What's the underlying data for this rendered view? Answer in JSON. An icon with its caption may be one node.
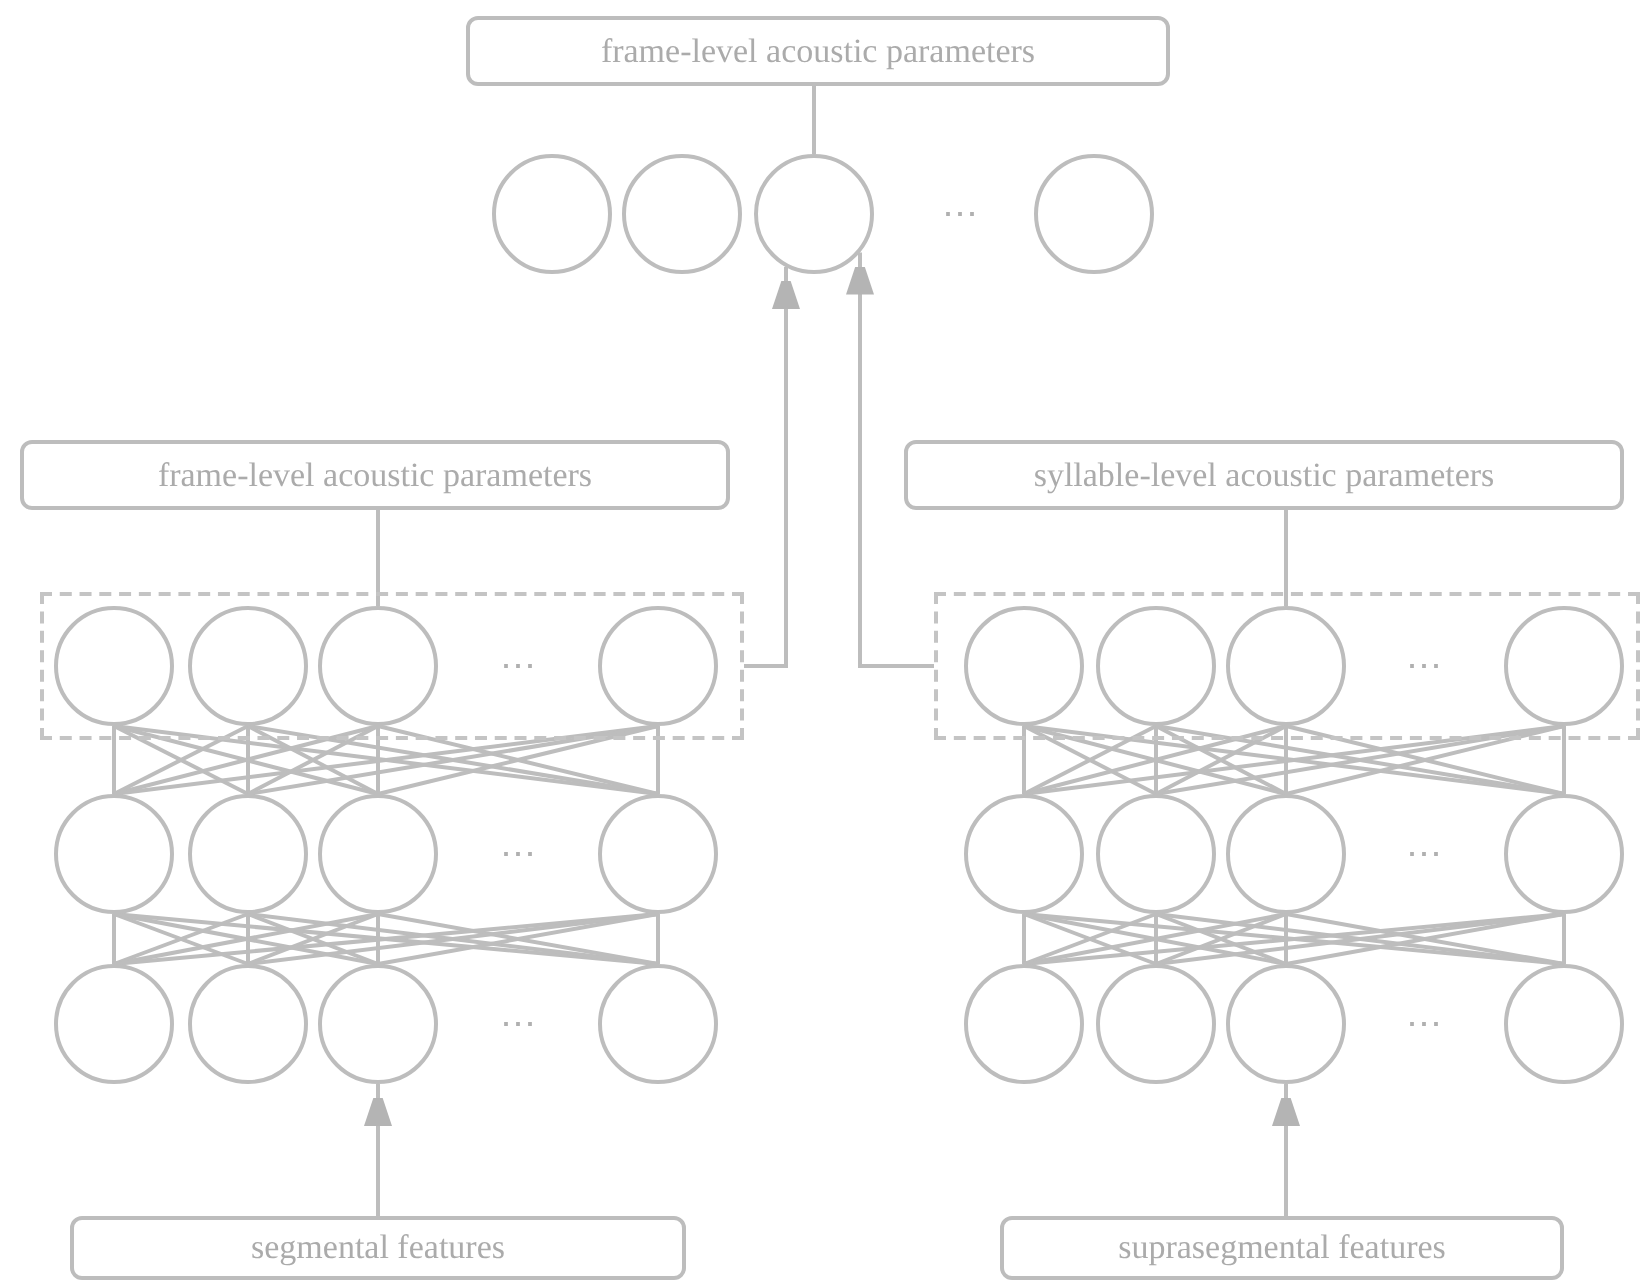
{
  "diagram": {
    "nodes": [
      {
        "text": [
          "frame-level acoustic parameters"
        ]
      },
      {
        "text": [],
        "shape": "circle"
      },
      {
        "text": [],
        "shape": "circle"
      },
      {
        "text": [],
        "shape": "circle"
      },
      {
        "text": [],
        "shape": "circle"
      },
      {
        "text": [
          "frame-level acoustic parameters"
        ]
      },
      {
        "text": [
          "syllable-level acoustic parameters"
        ]
      },
      {
        "text": [],
        "shape": "box"
      },
      {
        "text": [],
        "shape": "circle",
        "in": 7
      },
      {
        "text": [],
        "shape": "circle",
        "in": 7
      },
      {
        "text": [],
        "shape": "circle",
        "in": 7
      },
      {
        "text": [],
        "shape": "circle",
        "in": 7
      },
      {
        "text": [],
        "shape": "box"
      },
      {
        "text": [],
        "shape": "circle",
        "in": 12
      },
      {
        "text": [],
        "shape": "circle",
        "in": 12
      },
      {
        "text": [],
        "shape": "circle",
        "in": 12
      },
      {
        "text": [],
        "shape": "circle",
        "in": 12
      },
      {
        "text": [],
        "shape": "circle"
      },
      {
        "text": [],
        "shape": "circle"
      },
      {
        "text": [],
        "shape": "circle"
      },
      {
        "text": [],
        "shape": "circle"
      },
      {
        "text": [],
        "shape": "circle"
      },
      {
        "text": [],
        "shape": "circle"
      },
      {
        "text": [],
        "shape": "circle"
      },
      {
        "text": [],
        "shape": "circle"
      },
      {
        "text": [],
        "shape": "circle"
      },
      {
        "text": [],
        "shape": "circle"
      },
      {
        "text": [],
        "shape": "circle"
      },
      {
        "text": [],
        "shape": "circle"
      },
      {
        "text": [],
        "shape": "circle"
      },
      {
        "text": [],
        "shape": "circle"
      },
      {
        "text": [],
        "shape": "circle"
      },
      {
        "text": [],
        "shape": "circle"
      },
      {
        "text": [
          "segmental features"
        ]
      },
      {
        "text": [
          "suprasegmental features"
        ]
      }
    ],
    "edges": [
      {
        "from": 0,
        "to": 3,
        "arrow": "none"
      },
      {
        "from": 5,
        "to": 10,
        "arrow": "none"
      },
      {
        "from": 6,
        "to": 15,
        "arrow": "none"
      },
      {
        "from": 7,
        "to": 3,
        "arrow": "to"
      },
      {
        "from": 12,
        "to": 3,
        "arrow": "to"
      },
      {
        "from": 8,
        "to": 17,
        "arrow": "none"
      },
      {
        "from": 8,
        "to": 18,
        "arrow": "none"
      },
      {
        "from": 8,
        "to": 19,
        "arrow": "none"
      },
      {
        "from": 8,
        "to": 20,
        "arrow": "none"
      },
      {
        "from": 9,
        "to": 17,
        "arrow": "none"
      },
      {
        "from": 9,
        "to": 18,
        "arrow": "none"
      },
      {
        "from": 9,
        "to": 19,
        "arrow": "none"
      },
      {
        "from": 9,
        "to": 20,
        "arrow": "none"
      },
      {
        "from": 10,
        "to": 17,
        "arrow": "none"
      },
      {
        "from": 10,
        "to": 18,
        "arrow": "none"
      },
      {
        "from": 10,
        "to": 19,
        "arrow": "none"
      },
      {
        "from": 10,
        "to": 20,
        "arrow": "none"
      },
      {
        "from": 11,
        "to": 17,
        "arrow": "none"
      },
      {
        "from": 11,
        "to": 18,
        "arrow": "none"
      },
      {
        "from": 11,
        "to": 19,
        "arrow": "none"
      },
      {
        "from": 11,
        "to": 20,
        "arrow": "none"
      },
      {
        "from": 13,
        "to": 21,
        "arrow": "none"
      },
      {
        "from": 13,
        "to": 22,
        "arrow": "none"
      },
      {
        "from": 13,
        "to": 23,
        "arrow": "none"
      },
      {
        "from": 13,
        "to": 24,
        "arrow": "none"
      },
      {
        "from": 14,
        "to": 21,
        "arrow": "none"
      },
      {
        "from": 14,
        "to": 22,
        "arrow": "none"
      },
      {
        "from": 14,
        "to": 23,
        "arrow": "none"
      },
      {
        "from": 14,
        "to": 24,
        "arrow": "none"
      },
      {
        "from": 15,
        "to": 21,
        "arrow": "none"
      },
      {
        "from": 15,
        "to": 22,
        "arrow": "none"
      },
      {
        "from": 15,
        "to": 23,
        "arrow": "none"
      },
      {
        "from": 15,
        "to": 24,
        "arrow": "none"
      },
      {
        "from": 16,
        "to": 21,
        "arrow": "none"
      },
      {
        "from": 16,
        "to": 22,
        "arrow": "none"
      },
      {
        "from": 16,
        "to": 23,
        "arrow": "none"
      },
      {
        "from": 16,
        "to": 24,
        "arrow": "none"
      },
      {
        "from": 17,
        "to": 25,
        "arrow": "none"
      },
      {
        "from": 17,
        "to": 26,
        "arrow": "none"
      },
      {
        "from": 17,
        "to": 27,
        "arrow": "none"
      },
      {
        "from": 17,
        "to": 28,
        "arrow": "none"
      },
      {
        "from": 18,
        "to": 25,
        "arrow": "none"
      },
      {
        "from": 18,
        "to": 26,
        "arrow": "none"
      },
      {
        "from": 18,
        "to": 27,
        "arrow": "none"
      },
      {
        "from": 18,
        "to": 28,
        "arrow": "none"
      },
      {
        "from": 19,
        "to": 25,
        "arrow": "none"
      },
      {
        "from": 19,
        "to": 26,
        "arrow": "none"
      },
      {
        "from": 19,
        "to": 27,
        "arrow": "none"
      },
      {
        "from": 19,
        "to": 28,
        "arrow": "none"
      },
      {
        "from": 20,
        "to": 25,
        "arrow": "none"
      },
      {
        "from": 20,
        "to": 26,
        "arrow": "none"
      },
      {
        "from": 20,
        "to": 27,
        "arrow": "none"
      },
      {
        "from": 20,
        "to": 28,
        "arrow": "none"
      },
      {
        "from": 21,
        "to": 29,
        "arrow": "none"
      },
      {
        "from": 21,
        "to": 30,
        "arrow": "none"
      },
      {
        "from": 21,
        "to": 31,
        "arrow": "none"
      },
      {
        "from": 21,
        "to": 32,
        "arrow": "none"
      },
      {
        "from": 22,
        "to": 29,
        "arrow": "none"
      },
      {
        "from": 22,
        "to": 30,
        "arrow": "none"
      },
      {
        "from": 22,
        "to": 31,
        "arrow": "none"
      },
      {
        "from": 22,
        "to": 32,
        "arrow": "none"
      },
      {
        "from": 23,
        "to": 29,
        "arrow": "none"
      },
      {
        "from": 23,
        "to": 30,
        "arrow": "none"
      },
      {
        "from": 23,
        "to": 31,
        "arrow": "none"
      },
      {
        "from": 23,
        "to": 32,
        "arrow": "none"
      },
      {
        "from": 24,
        "to": 29,
        "arrow": "none"
      },
      {
        "from": 24,
        "to": 30,
        "arrow": "none"
      },
      {
        "from": 24,
        "to": 31,
        "arrow": "none"
      },
      {
        "from": 24,
        "to": 32,
        "arrow": "none"
      },
      {
        "from": 33,
        "to": 27,
        "arrow": "to"
      },
      {
        "from": 34,
        "to": 31,
        "arrow": "to"
      }
    ],
    "labels": [
      "⋯",
      "⋯",
      "⋯",
      "⋯",
      "⋯",
      "⋯",
      "⋯"
    ]
  }
}
